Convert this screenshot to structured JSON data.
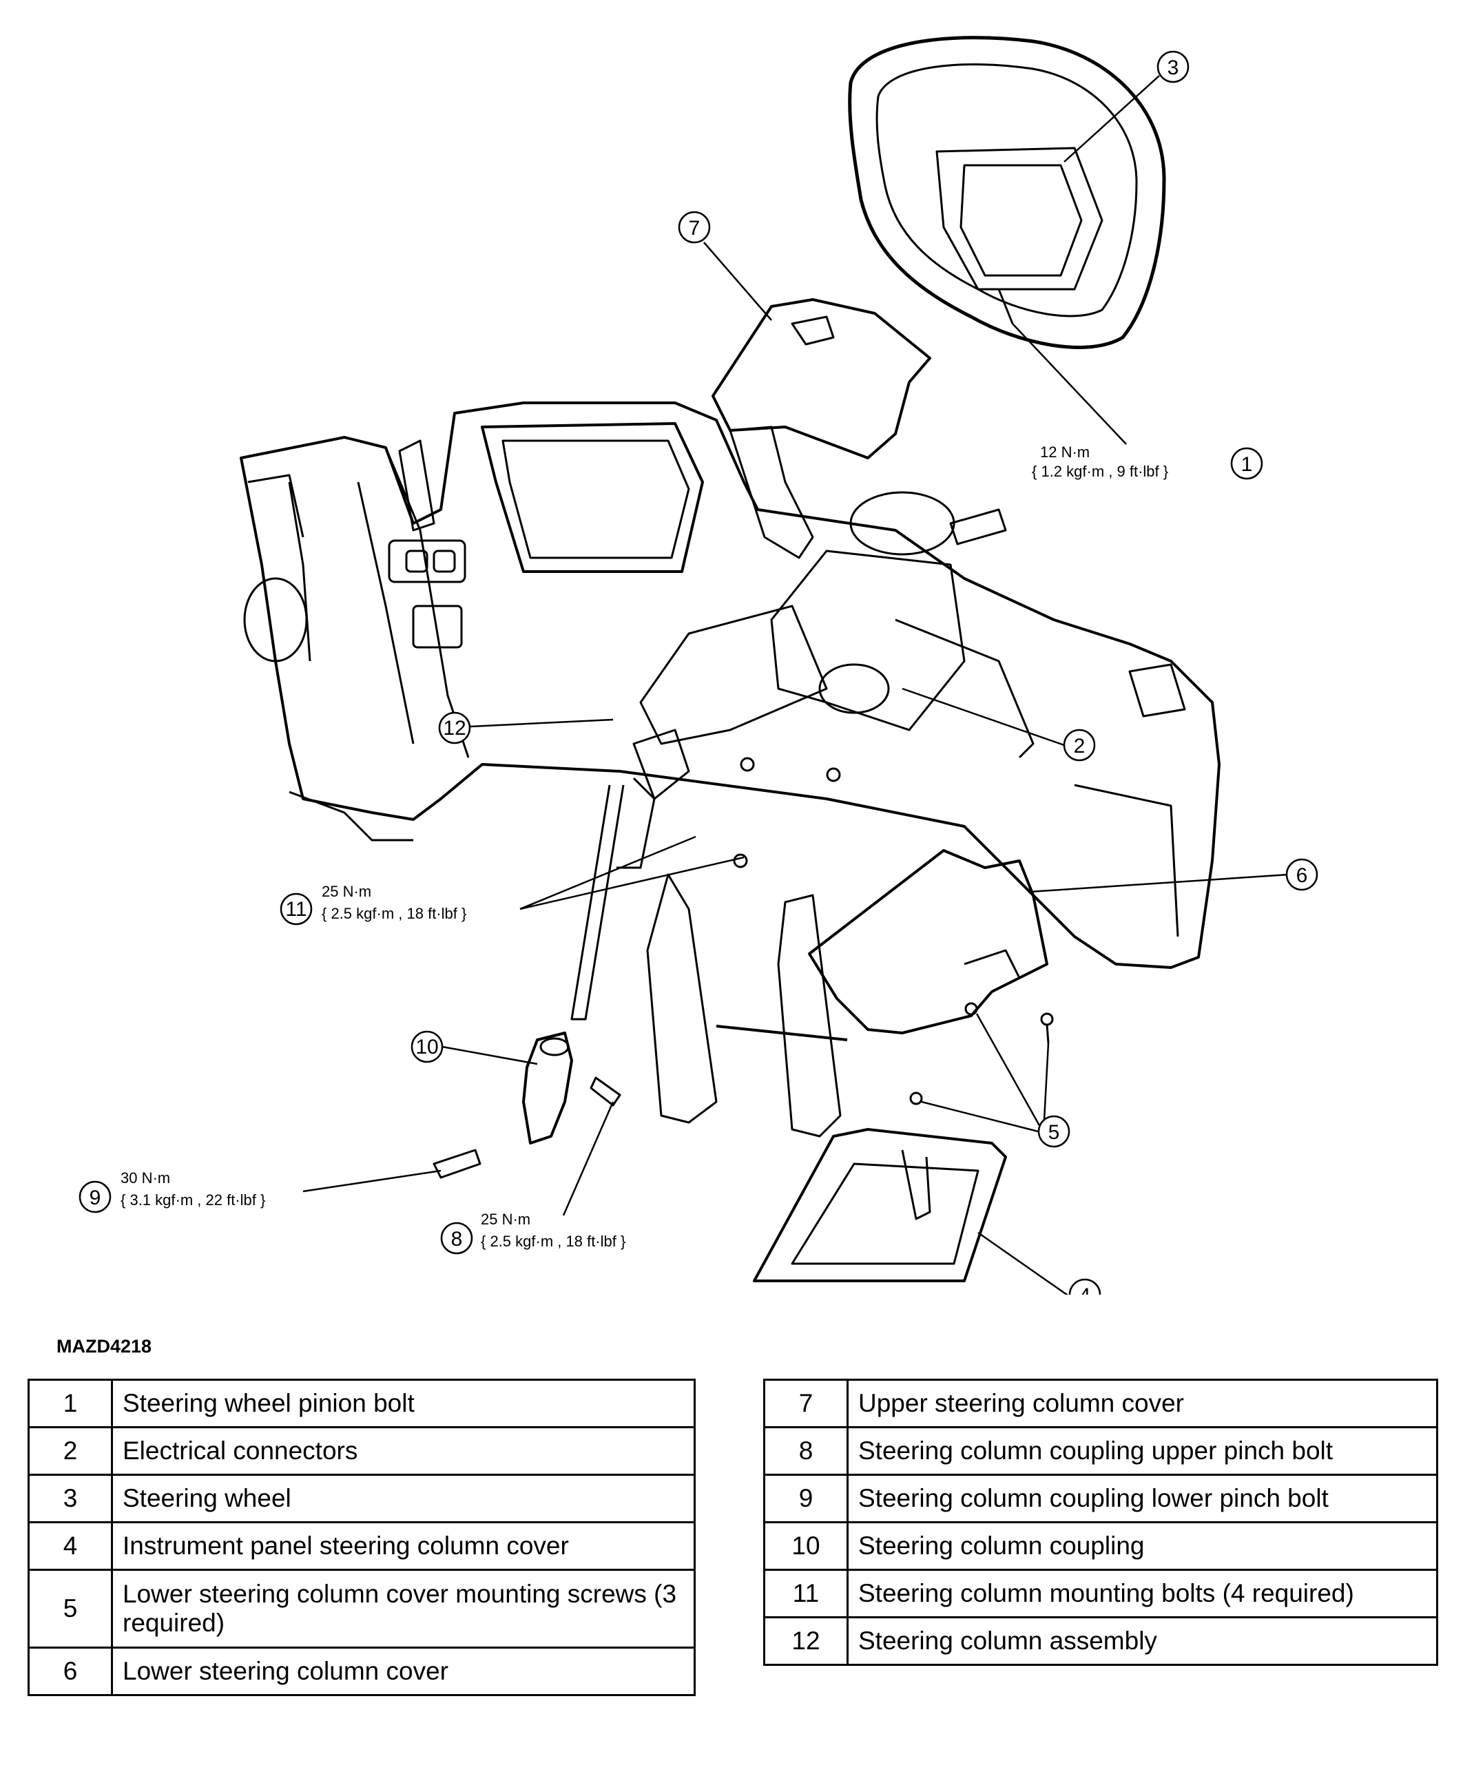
{
  "figure_id": "MAZD4218",
  "callouts": [
    {
      "num": "1",
      "torque_nm": "12 N·m",
      "torque_alt": "{ 1.2 kgf·m , 9 ft·lbf }"
    },
    {
      "num": "2"
    },
    {
      "num": "3"
    },
    {
      "num": "4"
    },
    {
      "num": "5"
    },
    {
      "num": "6"
    },
    {
      "num": "7"
    },
    {
      "num": "8",
      "torque_nm": "25 N·m",
      "torque_alt": "{ 2.5 kgf·m , 18 ft·lbf }"
    },
    {
      "num": "9",
      "torque_nm": "30 N·m",
      "torque_alt": "{ 3.1 kgf·m , 22 ft·lbf }"
    },
    {
      "num": "10"
    },
    {
      "num": "11",
      "torque_nm": "25 N·m",
      "torque_alt": "{ 2.5 kgf·m , 18 ft·lbf }"
    },
    {
      "num": "12"
    }
  ],
  "legend": [
    {
      "num": "1",
      "text": "Steering wheel pinion bolt"
    },
    {
      "num": "2",
      "text": "Electrical connectors"
    },
    {
      "num": "3",
      "text": "Steering wheel"
    },
    {
      "num": "4",
      "text": "Instrument panel steering column cover"
    },
    {
      "num": "5",
      "text": "Lower steering column cover mounting screws (3 required)"
    },
    {
      "num": "6",
      "text": "Lower steering column cover"
    },
    {
      "num": "7",
      "text": "Upper steering column cover"
    },
    {
      "num": "8",
      "text": "Steering column coupling upper pinch bolt"
    },
    {
      "num": "9",
      "text": "Steering column coupling lower pinch bolt"
    },
    {
      "num": "10",
      "text": "Steering column coupling"
    },
    {
      "num": "11",
      "text": "Steering column mounting bolts (4 required)"
    },
    {
      "num": "12",
      "text": "Steering column assembly"
    }
  ]
}
